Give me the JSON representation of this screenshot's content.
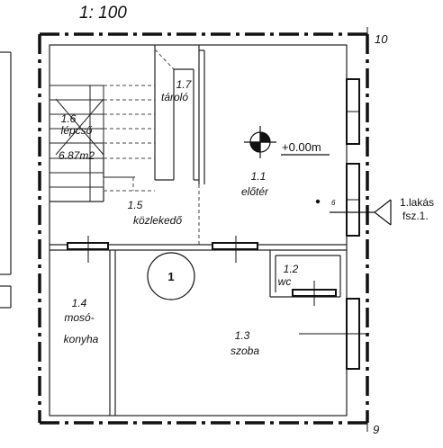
{
  "scale": "1: 100",
  "axes": {
    "top_right": "10",
    "bottom_right": "9"
  },
  "elevation": "+0.00m",
  "rooms": [
    {
      "id": "storage",
      "number": "1.7",
      "name": "tároló"
    },
    {
      "id": "stairs",
      "number": "1.6",
      "name": "lépcső",
      "area": "6.87m2"
    },
    {
      "id": "hall",
      "number": "1.1",
      "name": "előtér"
    },
    {
      "id": "corridor",
      "number": "1.5",
      "name": "közlekedő"
    },
    {
      "id": "wc",
      "number": "1.2",
      "name": "wc"
    },
    {
      "id": "laundry",
      "number": "1.4",
      "name_line1": "mosó-",
      "name_line2": "konyha"
    },
    {
      "id": "room",
      "number": "1.3",
      "name": "szoba"
    }
  ],
  "circle_marker": "1",
  "small_mark": "6",
  "entrance": {
    "line1": "1.lakás",
    "line2": "fsz.1."
  }
}
